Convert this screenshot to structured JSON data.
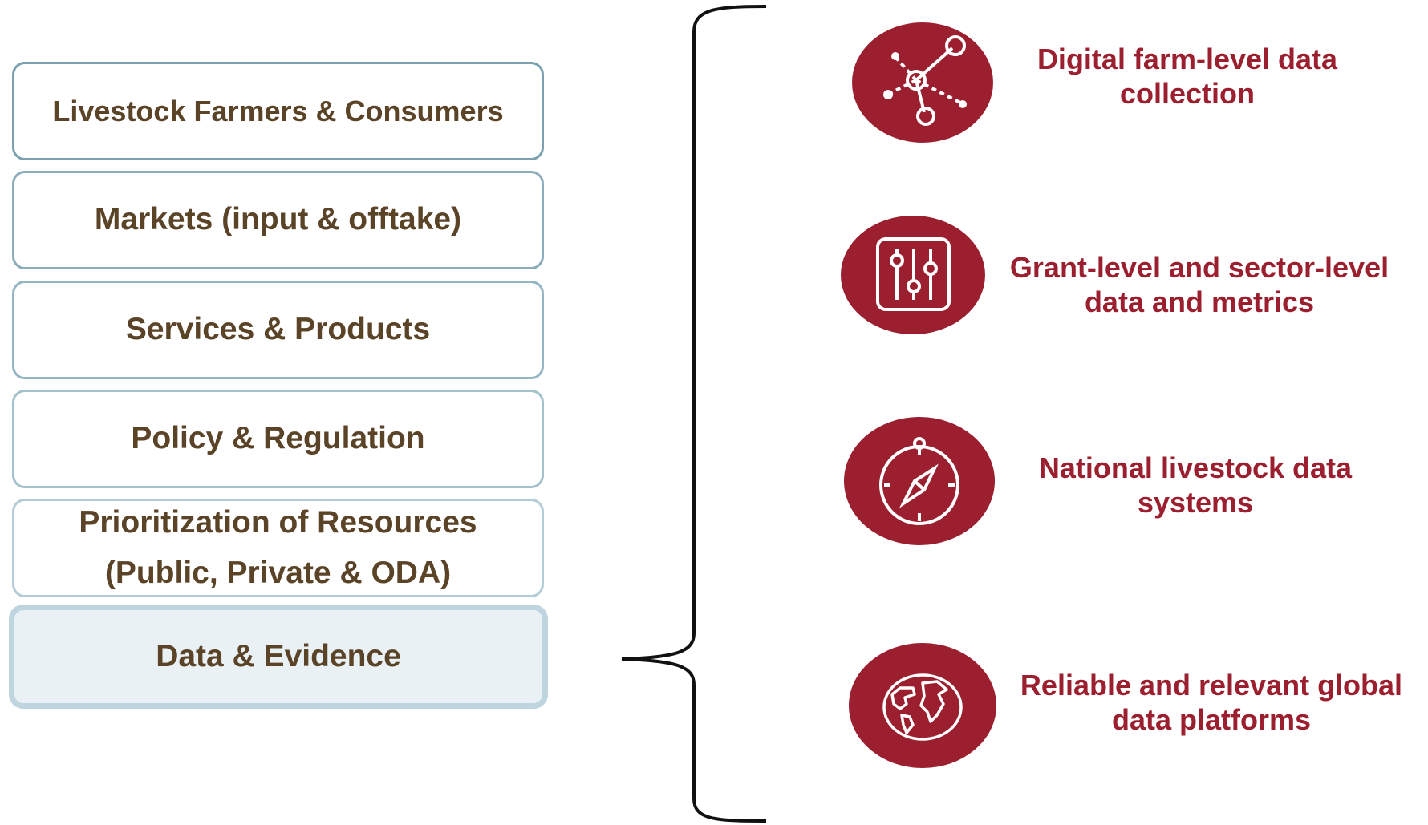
{
  "left_stack": [
    {
      "label": "Livestock Farmers & Consumers"
    },
    {
      "label": "Markets (input & offtake)"
    },
    {
      "label": "Services & Products"
    },
    {
      "label": "Policy & Regulation"
    },
    {
      "lines": [
        "Prioritization of Resources",
        "(Public, Private & ODA)"
      ]
    },
    {
      "label": "Data & Evidence"
    }
  ],
  "right_items": [
    {
      "icon": "network-nodes-icon",
      "lines": [
        "Digital farm-level data",
        "collection"
      ]
    },
    {
      "icon": "sliders-icon",
      "lines": [
        "Grant-level and sector-level",
        "data and metrics"
      ]
    },
    {
      "icon": "compass-icon",
      "lines": [
        "National livestock data",
        "systems"
      ]
    },
    {
      "icon": "globe-icon",
      "lines": [
        "Reliable and relevant global",
        "data platforms"
      ]
    }
  ],
  "colors": {
    "accent_red": "#9b1f2e",
    "box_text": "#5a4326",
    "box_border": "#9fbccb",
    "highlight_fill": "#e9f1f5"
  }
}
